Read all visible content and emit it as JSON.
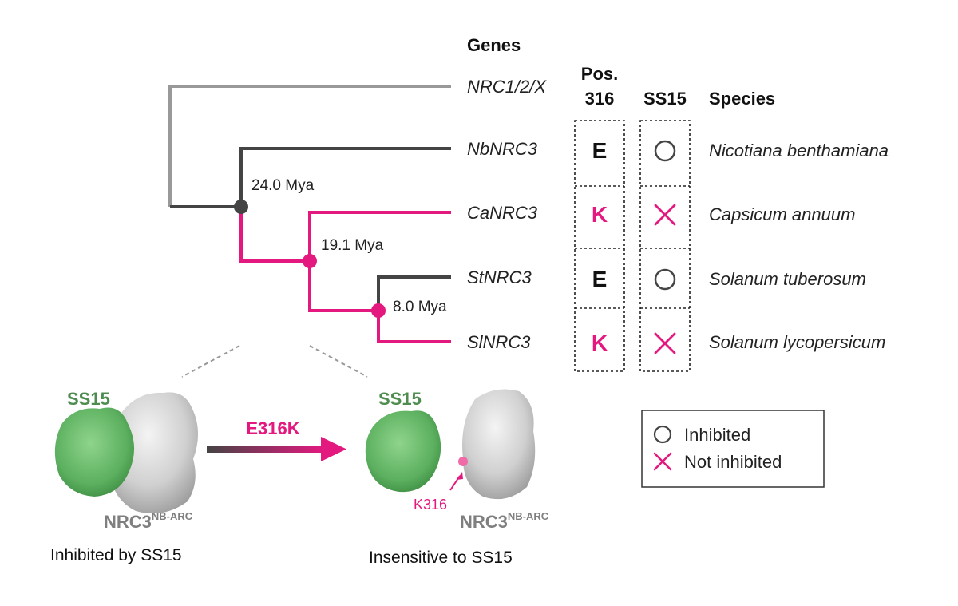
{
  "headers": {
    "genes": "Genes",
    "pos_line1": "Pos.",
    "pos_line2": "316",
    "ss15": "SS15",
    "species": "Species"
  },
  "rows": [
    {
      "gene": "NRC1/2/X",
      "residue": "",
      "ss15": "",
      "species": ""
    },
    {
      "gene": "NbNRC3",
      "residue": "E",
      "ss15": "inhibited",
      "species": "Nicotiana benthamiana"
    },
    {
      "gene": "CaNRC3",
      "residue": "K",
      "ss15": "not_inhibited",
      "species": "Capsicum annuum"
    },
    {
      "gene": "StNRC3",
      "residue": "E",
      "ss15": "inhibited",
      "species": "Solanum tuberosum"
    },
    {
      "gene": "SlNRC3",
      "residue": "K",
      "ss15": "not_inhibited",
      "species": "Solanum lycopersicum"
    }
  ],
  "nodes": {
    "n1": "24.0 Mya",
    "n2": "19.1 Mya",
    "n3": "8.0 Mya"
  },
  "legend": {
    "inhibited": "Inhibited",
    "not_inhibited": "Not inhibited"
  },
  "structures": {
    "left_ss15": "SS15",
    "left_nrc3": "NRC3",
    "left_nrc3_sup": "NB-ARC",
    "left_caption": "Inhibited by SS15",
    "mutation": "E316K",
    "right_ss15": "SS15",
    "right_nrc3": "NRC3",
    "right_nrc3_sup": "NB-ARC",
    "k316": "K316",
    "right_caption": "Insensitive to SS15"
  },
  "colors": {
    "magenta": "#e3197f",
    "dark": "#444444",
    "grey": "#999999",
    "green": "#62b063",
    "green_label": "#4e8d4f",
    "nrc_grey": "#7f7f7f"
  }
}
